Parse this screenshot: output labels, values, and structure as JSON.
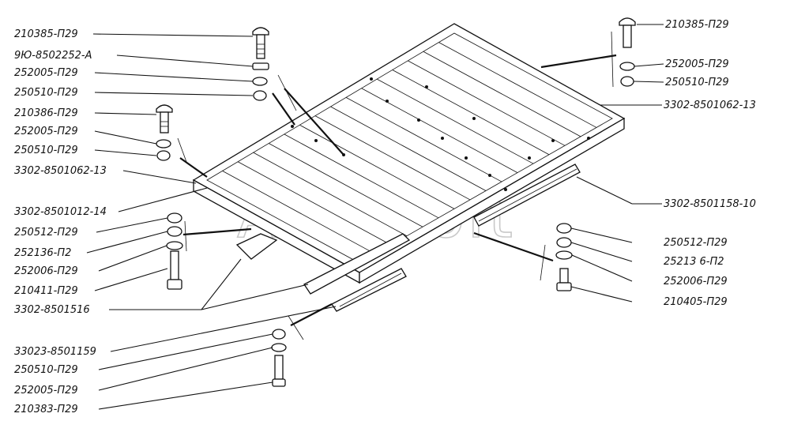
{
  "watermark": "AutoSoft",
  "labels": {
    "l1": "210385-П29",
    "l2": "9Ю-8502252-А",
    "l3": "252005-П29",
    "l4": "250510-П29",
    "l5": "210386-П29",
    "l6": "252005-П29",
    "l7": "250510-П29",
    "l8": "3302-8501062-13",
    "l9": "3302-8501012-14",
    "l10": "250512-П29",
    "l11": "252136-П2",
    "l12": "252006-П29",
    "l13": "210411-П29",
    "l14": "3302-8501516",
    "l15": "33023-8501159",
    "l16": "250510-П29",
    "l17": "252005-П29",
    "l18": "210383-П29",
    "r1": "210385-П29",
    "r2": "252005-П29",
    "r3": "250510-П29",
    "r4": "3302-8501062-13",
    "r5": "3302-8501158-10",
    "r6": "250512-П29",
    "r7": "25213 6-П2",
    "r8": "252006-П29",
    "r9": "210405-П29"
  }
}
